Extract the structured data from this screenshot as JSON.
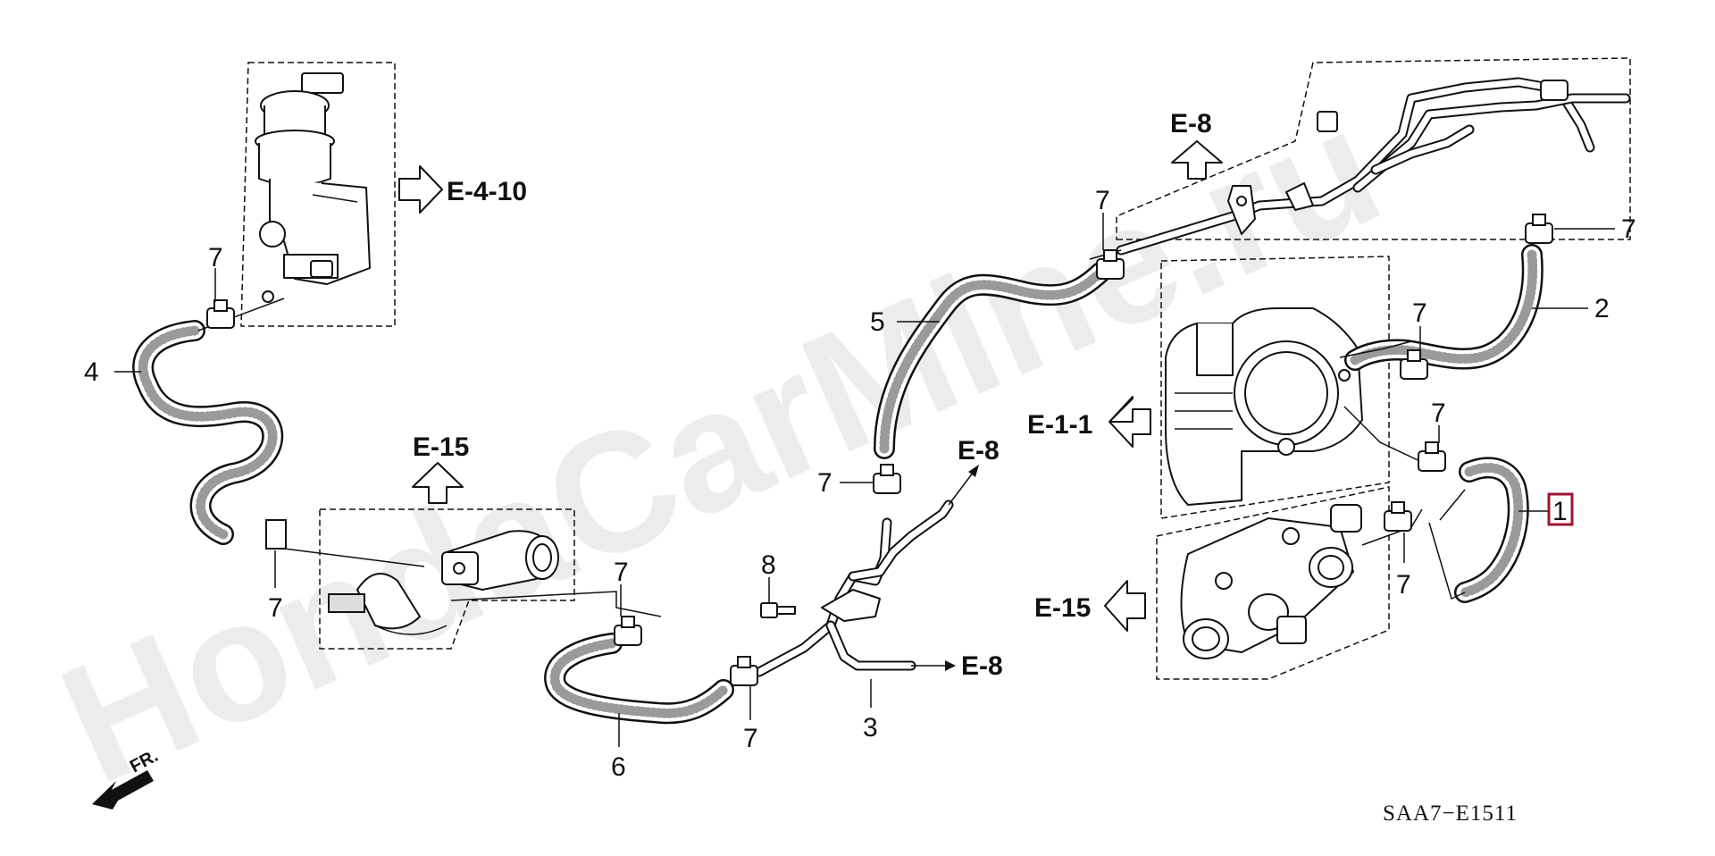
{
  "watermark": "HondaCarMine.ru",
  "diagram_code": "SAA7−E1511",
  "front_indicator": "FR.",
  "highlighted_part": "1",
  "part_numbers": {
    "p1": "1",
    "p2": "2",
    "p3": "3",
    "p4": "4",
    "p5": "5",
    "p6": "6",
    "p8": "8",
    "clamp7_a": "7",
    "clamp7_b": "7",
    "clamp7_c": "7",
    "clamp7_d": "7",
    "clamp7_e": "7",
    "clamp7_f": "7",
    "clamp7_g": "7",
    "clamp7_h": "7",
    "clamp7_i": "7",
    "clamp7_j": "7"
  },
  "section_refs": {
    "egr_valve": "E-4-10",
    "top_pipe": "E-8",
    "water_outlet_left": "E-15",
    "branch_upper": "E-8",
    "branch_lower": "E-8",
    "throttle_body": "E-1-1",
    "thermostat_housing": "E-15"
  },
  "colors": {
    "highlight": "#9c1433",
    "line": "#111111",
    "watermark": "#ececec"
  }
}
